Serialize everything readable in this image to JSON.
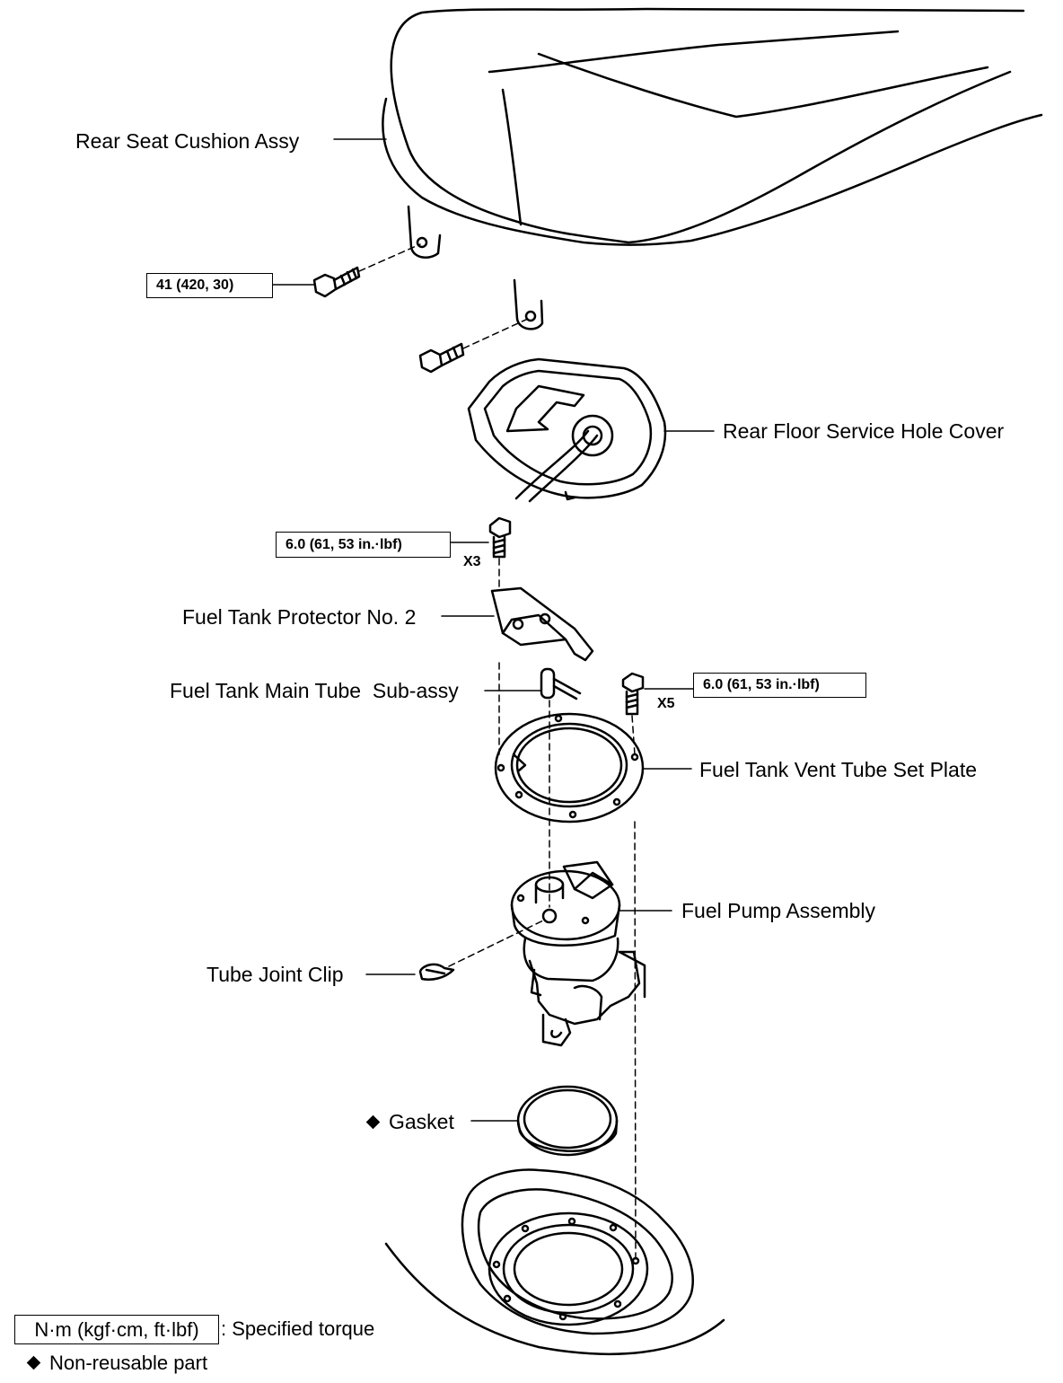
{
  "labels": {
    "rear_seat_cushion": "Rear Seat Cushion Assy",
    "rear_floor_cover": "Rear Floor Service Hole Cover",
    "protector": "Fuel Tank Protector No. 2",
    "main_tube": "Fuel Tank Main Tube  Sub-assy",
    "vent_plate": "Fuel Tank Vent Tube Set Plate",
    "pump_assembly": "Fuel Pump Assembly",
    "tube_clip": "Tube Joint Clip",
    "gasket": "Gasket"
  },
  "torques": {
    "seat_bolt": "41 (420, 30)",
    "protector_bolt": "6.0 (61, 53 in.·lbf)",
    "protector_qty": "X3",
    "plate_bolt": "6.0 (61, 53 in.·lbf)",
    "plate_qty": "X5"
  },
  "legend": {
    "torque_unit": "N·m (kgf·cm, ft·lbf)",
    "torque_text": ": Specified torque",
    "nonreusable_text": "Non-reusable part"
  }
}
